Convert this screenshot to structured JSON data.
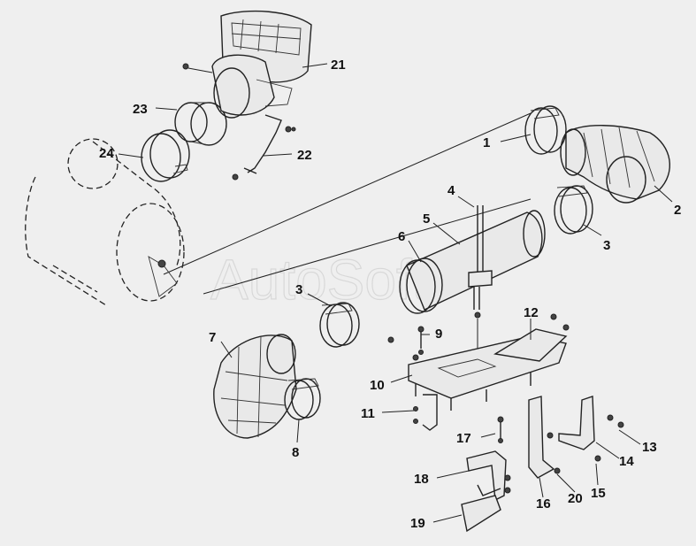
{
  "watermark": "AutoSoft",
  "labels": {
    "l1": "1",
    "l2": "2",
    "l3a": "3",
    "l3b": "3",
    "l4": "4",
    "l5": "5",
    "l6": "6",
    "l7": "7",
    "l8": "8",
    "l9": "9",
    "l10": "10",
    "l11": "11",
    "l12": "12",
    "l13": "13",
    "l14": "14",
    "l15": "15",
    "l16": "16",
    "l17": "17",
    "l18": "18",
    "l19": "19",
    "l20": "20",
    "l21": "21",
    "l22": "22",
    "l23": "23",
    "l24": "24"
  }
}
